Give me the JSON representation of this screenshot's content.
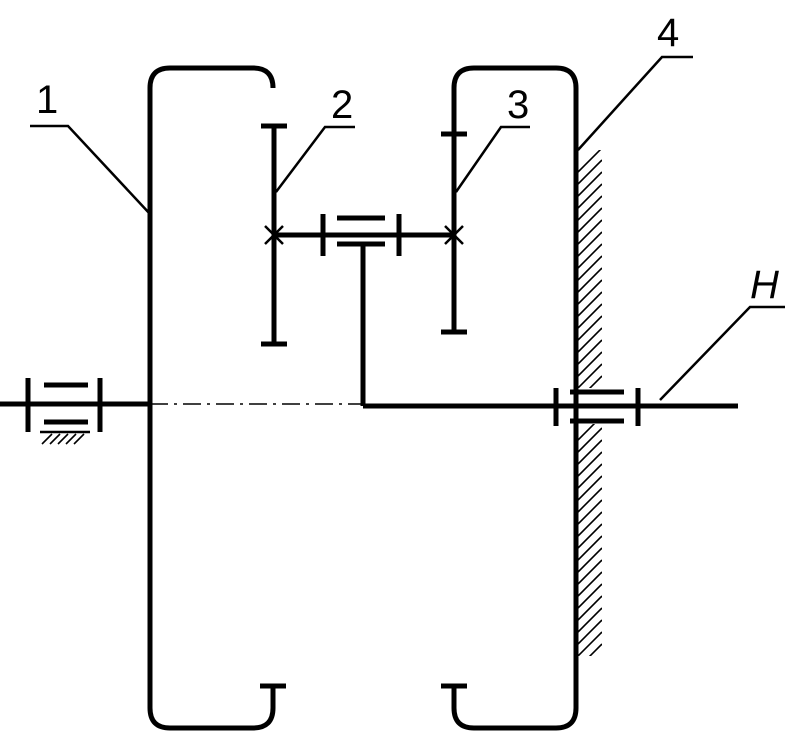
{
  "diagram": {
    "labels": {
      "part_1": "1",
      "part_2": "2",
      "part_3": "3",
      "part_4": "4",
      "carrier": "H"
    }
  }
}
